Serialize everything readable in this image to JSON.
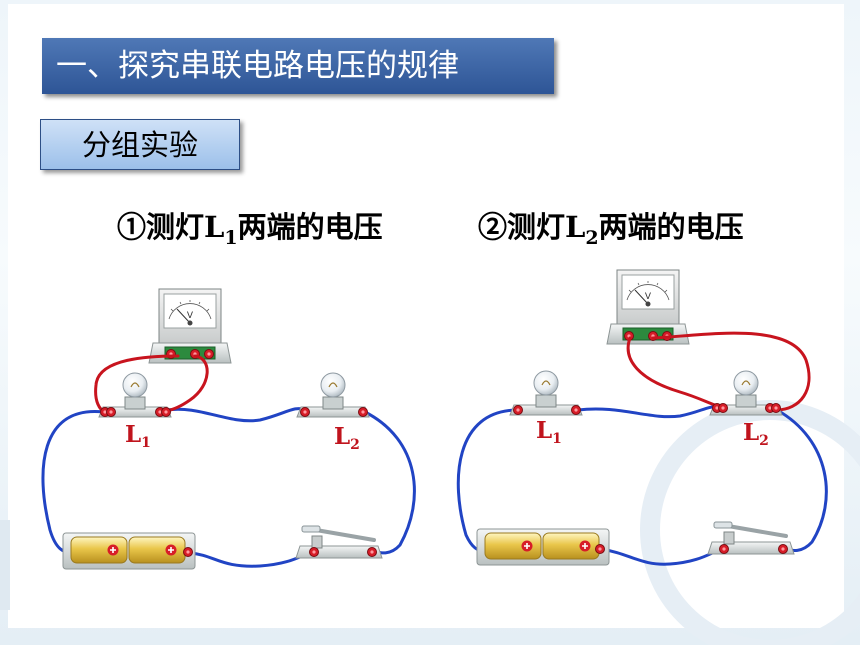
{
  "title": "一、探究串联电路电压的规律",
  "subtitle": "分组实验",
  "captions": [
    {
      "prefix": "①测灯",
      "letter": "L",
      "sub": "1",
      "suffix": "两端的电压"
    },
    {
      "prefix": "②测灯",
      "letter": "L",
      "sub": "2",
      "suffix": "两端的电压"
    }
  ],
  "labels": {
    "l1": "L",
    "l1_sub": "1",
    "l2": "L",
    "l2_sub": "2"
  },
  "voltmeter_unit": "V",
  "battery_symbol": "+",
  "colors": {
    "title_bg": "#3a64a8",
    "subtitle_bg": "#b8d3f2",
    "wire_blue": "#2144c4",
    "wire_red": "#c8141e",
    "label_red": "#c0141d"
  }
}
